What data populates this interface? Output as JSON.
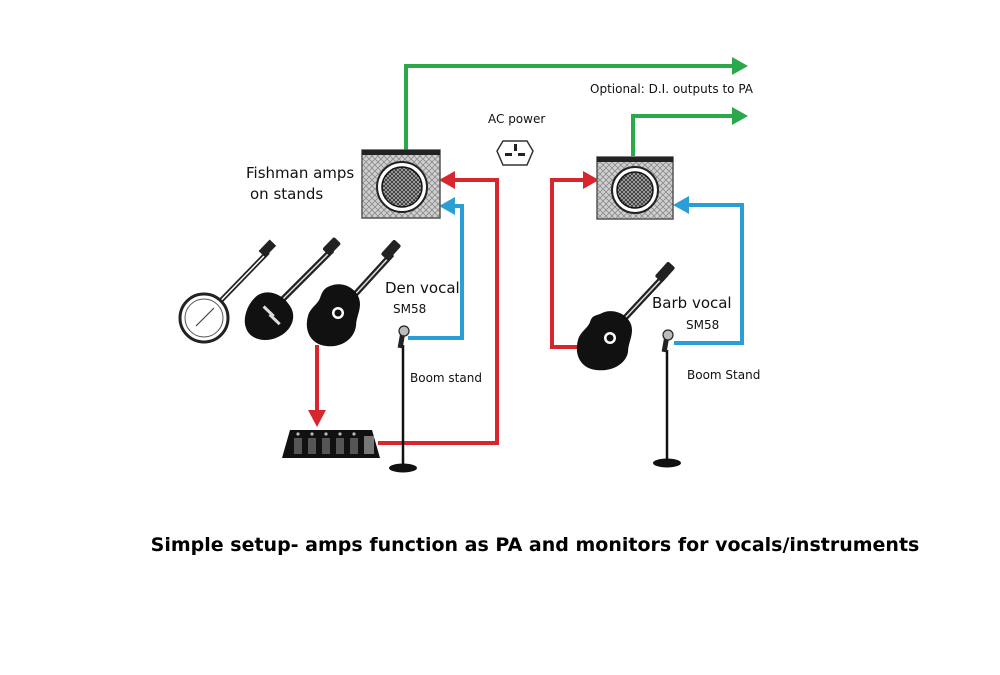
{
  "labels": {
    "optional_di": "Optional: D.I. outputs to PA",
    "ac_power": "AC power",
    "fishman_line1": "Fishman amps",
    "fishman_line2": "on stands",
    "den_vocal": "Den vocal",
    "den_mic": "SM58",
    "den_stand": "Boom stand",
    "barb_vocal": "Barb vocal",
    "barb_mic": "SM58",
    "barb_stand": "Boom Stand"
  },
  "caption": "Simple setup- amps function as PA and monitors for vocals/instruments",
  "colors": {
    "di_line": "#2aa84a",
    "instrument_line": "#d8262e",
    "vocal_line": "#2a9fd6",
    "amp_grey": "#c9c9c9"
  },
  "icons": [
    "amp-icon",
    "ac-socket-icon",
    "banjo-icon",
    "electric-guitar-icon",
    "acoustic-guitar-icon",
    "microphone-icon",
    "boom-stand-icon",
    "pedalboard-icon"
  ]
}
